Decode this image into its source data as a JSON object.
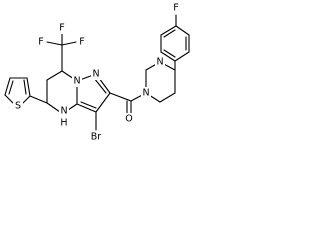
{
  "structure": {
    "atoms": {
      "F1": "F",
      "F2": "F",
      "F3": "F",
      "F4": "F",
      "N_pz1": "N",
      "N_pz2": "N",
      "N_pip1": "N",
      "N_pip2": "N",
      "O": "O",
      "Br": "Br",
      "NH": "N",
      "H": "H",
      "S": "S"
    }
  },
  "colors": {
    "bond": "#000000",
    "text": "#000000",
    "background": "#ffffff"
  }
}
